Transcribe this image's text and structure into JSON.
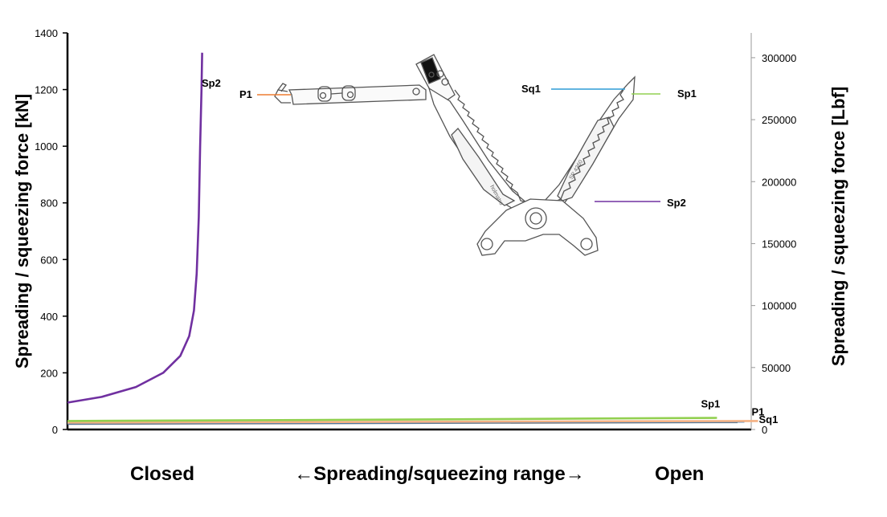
{
  "chart_data": {
    "type": "line",
    "ylabel": "Spreading / squeezing force [kN]",
    "y2label": "Spreading / squeezing  force [Lbf]",
    "ylim": [
      0,
      1400
    ],
    "y2lim": [
      0,
      320000
    ],
    "yticks": [
      "0",
      "200",
      "400",
      "600",
      "800",
      "1000",
      "1200",
      "1400"
    ],
    "y2ticks": [
      "0",
      "50000",
      "100000",
      "150000",
      "200000",
      "250000",
      "300000"
    ],
    "x_range_label": "←Spreading/squeezing range→",
    "x_start_label": "Closed",
    "x_end_label": "Open",
    "xlim": [
      0,
      1
    ],
    "grid": false,
    "series": [
      {
        "name": "Sp2",
        "color": "#7030a0",
        "points": [
          [
            0,
            95
          ],
          [
            0.05,
            115
          ],
          [
            0.1,
            150
          ],
          [
            0.14,
            200
          ],
          [
            0.165,
            260
          ],
          [
            0.178,
            330
          ],
          [
            0.185,
            420
          ],
          [
            0.189,
            550
          ],
          [
            0.192,
            750
          ],
          [
            0.194,
            1000
          ],
          [
            0.196,
            1200
          ],
          [
            0.197,
            1330
          ]
        ]
      },
      {
        "name": "Sp1",
        "color": "#92d050",
        "points": [
          [
            0,
            30
          ],
          [
            0.5,
            35
          ],
          [
            0.95,
            41
          ]
        ]
      },
      {
        "name": "P1",
        "color": "#f4b183",
        "points": [
          [
            0,
            24
          ],
          [
            1.01,
            30
          ]
        ]
      },
      {
        "name": "Sq1",
        "color": "#2e75b6",
        "points": [
          [
            0,
            22
          ],
          [
            0.99,
            28
          ]
        ]
      },
      {
        "name": "",
        "color": "#808080",
        "points": [
          [
            0,
            20
          ],
          [
            0.98,
            26
          ]
        ]
      }
    ],
    "end_labels": [
      {
        "text": "Sp1",
        "series": "Sp1"
      },
      {
        "text": "P1",
        "series": "P1"
      },
      {
        "text": "Sq1",
        "series": "Sq1"
      }
    ]
  },
  "diagram": {
    "callouts": [
      {
        "text": "Sp2",
        "color": ""
      },
      {
        "text": "P1",
        "color": "#ed7d31"
      },
      {
        "text": "Sq1",
        "color": "#2e9bd6"
      },
      {
        "text": "Sp1",
        "color": "#92d050"
      },
      {
        "text": "Sp2",
        "color": "#7030a0"
      }
    ]
  }
}
